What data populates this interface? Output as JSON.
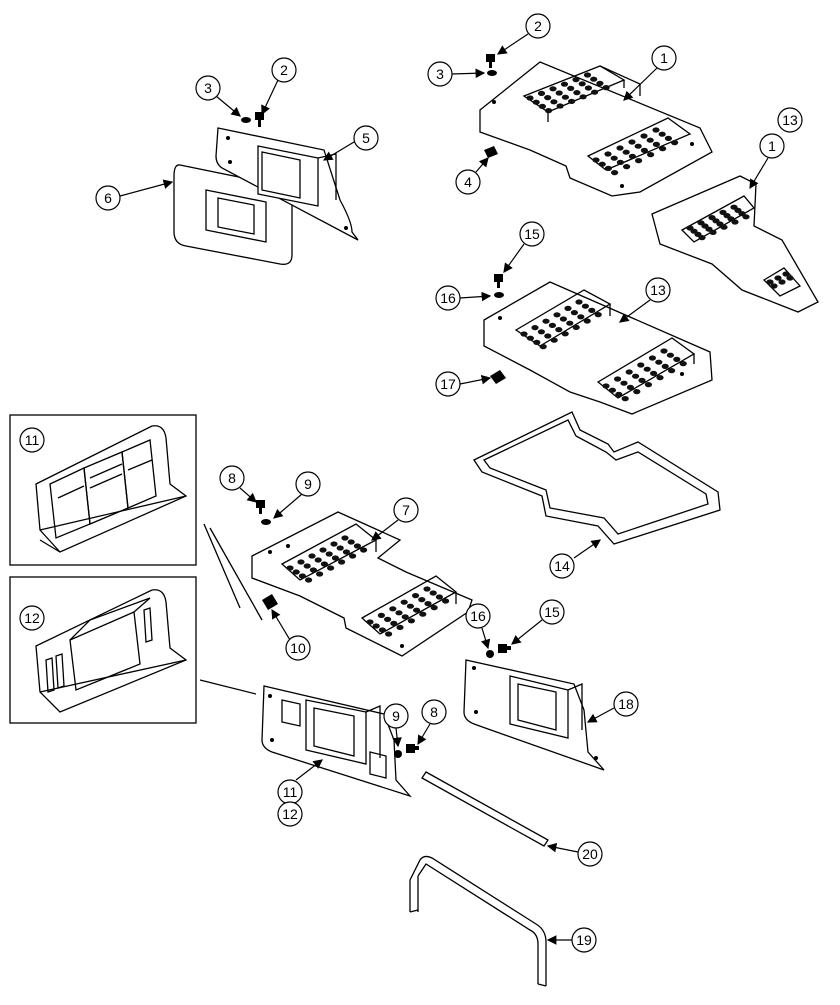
{
  "callouts": [
    {
      "id": "c1a",
      "label": "1"
    },
    {
      "id": "c1b",
      "label": "1"
    },
    {
      "id": "c2a",
      "label": "2"
    },
    {
      "id": "c2b",
      "label": "2"
    },
    {
      "id": "c3a",
      "label": "3"
    },
    {
      "id": "c3b",
      "label": "3"
    },
    {
      "id": "c4",
      "label": "4"
    },
    {
      "id": "c5",
      "label": "5"
    },
    {
      "id": "c6",
      "label": "6"
    },
    {
      "id": "c7",
      "label": "7"
    },
    {
      "id": "c8a",
      "label": "8"
    },
    {
      "id": "c8b",
      "label": "8"
    },
    {
      "id": "c9a",
      "label": "9"
    },
    {
      "id": "c9b",
      "label": "9"
    },
    {
      "id": "c10",
      "label": "10"
    },
    {
      "id": "c11a",
      "label": "11"
    },
    {
      "id": "c11b",
      "label": "11"
    },
    {
      "id": "c12a",
      "label": "12"
    },
    {
      "id": "c12b",
      "label": "12"
    },
    {
      "id": "c13a",
      "label": "13"
    },
    {
      "id": "c13b",
      "label": "13"
    },
    {
      "id": "c14",
      "label": "14"
    },
    {
      "id": "c15a",
      "label": "15"
    },
    {
      "id": "c15b",
      "label": "15"
    },
    {
      "id": "c16a",
      "label": "16"
    },
    {
      "id": "c16b",
      "label": "16"
    },
    {
      "id": "c17",
      "label": "17"
    },
    {
      "id": "c18",
      "label": "18"
    },
    {
      "id": "c19",
      "label": "19"
    },
    {
      "id": "c20",
      "label": "20"
    }
  ]
}
